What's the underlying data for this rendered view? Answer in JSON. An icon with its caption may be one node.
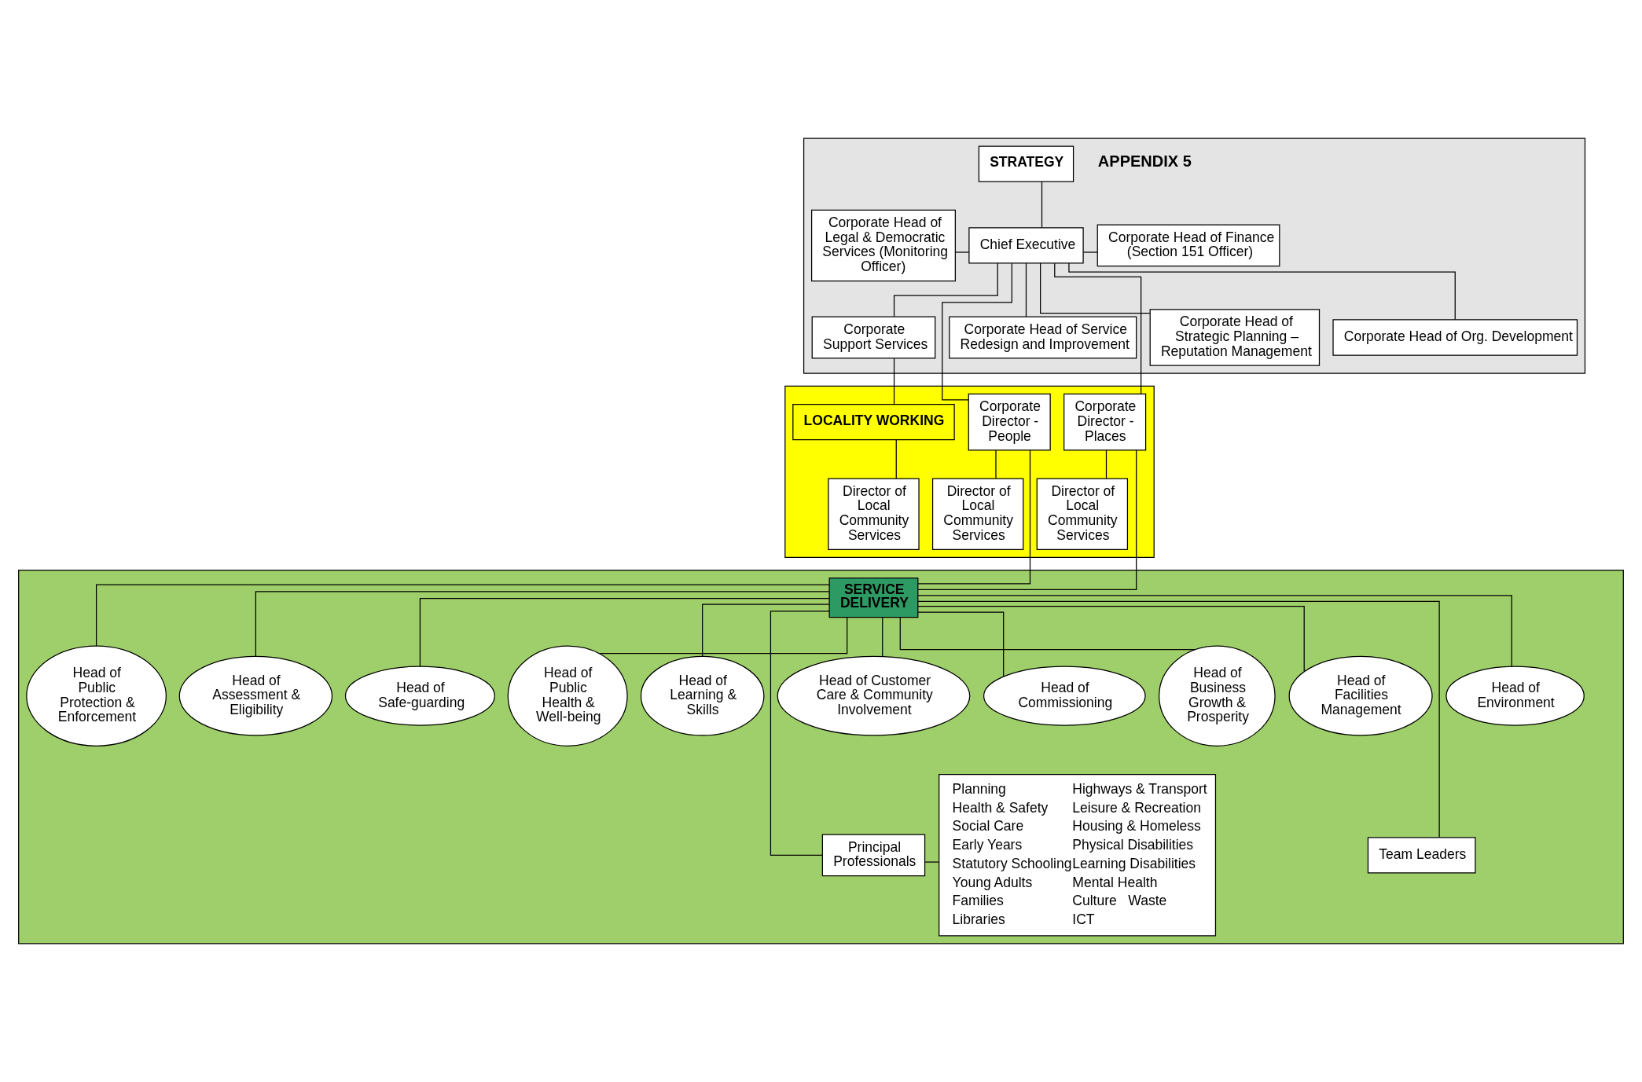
{
  "diagram": {
    "nodes": [
      {
        "text": [],
        "shape": "box"
      },
      {
        "text": [
          "STRATEGY"
        ],
        "in": 0
      },
      {
        "text": [
          "Corporate Head of Legal & Democratic Services (Monitoring Officer)"
        ],
        "in": 0
      },
      {
        "text": [
          "Chief Executive"
        ],
        "in": 0
      },
      {
        "text": [
          "Corporate Head of Finance (Section 151 Officer)"
        ],
        "in": 0
      },
      {
        "text": [
          "Corporate Head of Org. Development"
        ],
        "in": 0
      },
      {
        "text": [
          "Corporate Head of Strategic Planning – Reputation Management"
        ],
        "in": 0
      },
      {
        "text": [
          "Corporate Head of Service Redesign and Improvement"
        ],
        "in": 0
      },
      {
        "text": [
          "Corporate Support Services"
        ],
        "in": 0
      },
      {
        "text": [],
        "shape": "box"
      },
      {
        "text": [
          "Corporate Director - People"
        ],
        "in": 9
      },
      {
        "text": [
          "LOCALITY WORKING"
        ],
        "in": 9
      },
      {
        "text": [
          "Corporate Director - Places"
        ],
        "in": 9
      },
      {
        "text": [
          "Director of Local Community Services"
        ],
        "in": 9
      },
      {
        "text": [
          "Director of Local Community Services"
        ],
        "in": 9
      },
      {
        "text": [
          "Director of Local Community Services"
        ],
        "in": 9
      },
      {
        "text": [],
        "shape": "box"
      },
      {
        "text": [
          "SERVICE DELIVERY"
        ],
        "in": 16
      },
      {
        "text": [
          "Head of Public Protection & Enforcement"
        ],
        "in": 16
      },
      {
        "text": [
          "Head of Assessment & Eligibility"
        ],
        "in": 16
      },
      {
        "text": [
          "Head of Safe-guarding"
        ],
        "in": 16
      },
      {
        "text": [
          "Head of Public Health & Well-being"
        ],
        "in": 16
      },
      {
        "text": [
          "Head of Learning & Skills"
        ],
        "in": 16
      },
      {
        "text": [
          "Head of Customer Care & Community Involvement"
        ],
        "in": 16
      },
      {
        "text": [
          "Head of Commissioning"
        ],
        "in": 16
      },
      {
        "text": [
          "Head of Business Growth & Prosperity"
        ],
        "in": 16
      },
      {
        "text": [
          "Head of Facilities Management"
        ],
        "in": 16
      },
      {
        "text": [
          "Head of Environment"
        ],
        "in": 16
      },
      {
        "text": [
          "Team Leaders"
        ],
        "in": 16
      },
      {
        "text": [
          "Principal Professionals"
        ],
        "in": 16
      },
      {
        "text": [
          "Planning",
          "Health & Safety",
          "Social Care",
          "Early Years",
          "Statutory Schooling",
          "Young Adults",
          "Families",
          "Libraries",
          "Highways & Transport",
          "Leisure & Recreation",
          "Housing & Homeless",
          "Physical Disabilities",
          "Learning Disabilities",
          "Mental Health",
          "Culture   Waste",
          "ICT"
        ],
        "in": 16
      }
    ],
    "edges": [
      {
        "from": 1,
        "to": 3,
        "arrow": "none"
      },
      {
        "from": 3,
        "to": 2,
        "arrow": "none"
      },
      {
        "from": 3,
        "to": 6,
        "arrow": "none"
      },
      {
        "from": 3,
        "to": 4,
        "arrow": "none"
      },
      {
        "from": 3,
        "to": 5,
        "arrow": "none"
      },
      {
        "from": 3,
        "to": 7,
        "arrow": "none"
      },
      {
        "from": 3,
        "to": 8,
        "arrow": "none"
      },
      {
        "from": 3,
        "to": 10,
        "arrow": "none"
      },
      {
        "from": 3,
        "to": 12,
        "arrow": "none"
      },
      {
        "from": 8,
        "to": 11,
        "arrow": "none"
      },
      {
        "from": 11,
        "to": 14,
        "arrow": "none"
      },
      {
        "from": 10,
        "to": 13,
        "arrow": "none"
      },
      {
        "from": 12,
        "to": 15,
        "arrow": "none"
      },
      {
        "from": 10,
        "to": 17,
        "arrow": "none"
      },
      {
        "from": 12,
        "to": 17,
        "arrow": "none"
      },
      {
        "from": 17,
        "to": 18,
        "arrow": "none"
      },
      {
        "from": 17,
        "to": 19,
        "arrow": "none"
      },
      {
        "from": 17,
        "to": 20,
        "arrow": "none"
      },
      {
        "from": 17,
        "to": 21,
        "arrow": "none"
      },
      {
        "from": 17,
        "to": 22,
        "arrow": "none"
      },
      {
        "from": 17,
        "to": 23,
        "arrow": "none"
      },
      {
        "from": 17,
        "to": 24,
        "arrow": "none"
      },
      {
        "from": 17,
        "to": 25,
        "arrow": "none"
      },
      {
        "from": 17,
        "to": 26,
        "arrow": "none"
      },
      {
        "from": 17,
        "to": 27,
        "arrow": "none"
      },
      {
        "from": 17,
        "to": 28,
        "arrow": "none"
      },
      {
        "from": 17,
        "to": 29,
        "arrow": "none"
      },
      {
        "from": 29,
        "to": 30,
        "arrow": "none"
      }
    ],
    "labels": [
      "APPENDIX 5"
    ]
  }
}
